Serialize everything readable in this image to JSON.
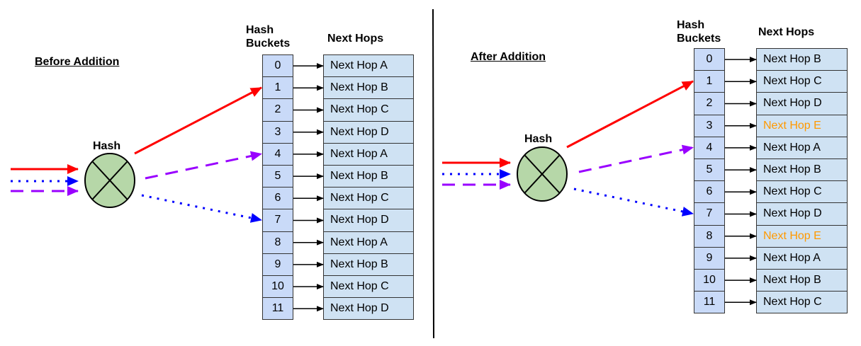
{
  "panels": [
    {
      "id": "before",
      "title": "Before Addition",
      "hash_label": "Hash",
      "bucket_header": [
        "Hash",
        "Buckets"
      ],
      "nexthop_header": "Next Hops",
      "buckets": [
        "0",
        "1",
        "2",
        "3",
        "4",
        "5",
        "6",
        "7",
        "8",
        "9",
        "10",
        "11"
      ],
      "next_hops": [
        {
          "label": "Next Hop A",
          "new": false
        },
        {
          "label": "Next Hop B",
          "new": false
        },
        {
          "label": "Next Hop C",
          "new": false
        },
        {
          "label": "Next Hop D",
          "new": false
        },
        {
          "label": "Next Hop A",
          "new": false
        },
        {
          "label": "Next Hop B",
          "new": false
        },
        {
          "label": "Next Hop C",
          "new": false
        },
        {
          "label": "Next Hop D",
          "new": false
        },
        {
          "label": "Next Hop A",
          "new": false
        },
        {
          "label": "Next Hop B",
          "new": false
        },
        {
          "label": "Next Hop C",
          "new": false
        },
        {
          "label": "Next Hop D",
          "new": false
        }
      ],
      "flows": [
        {
          "name": "red-flow",
          "style": "solid",
          "color": "#ff0000",
          "target_bucket": 1
        },
        {
          "name": "blue-flow",
          "style": "dotted",
          "color": "#0000ff",
          "target_bucket": 7
        },
        {
          "name": "purple-flow",
          "style": "dashed",
          "color": "#9900ff",
          "target_bucket": 4
        }
      ]
    },
    {
      "id": "after",
      "title": "After Addition",
      "hash_label": "Hash",
      "bucket_header": [
        "Hash",
        "Buckets"
      ],
      "nexthop_header": "Next Hops",
      "buckets": [
        "0",
        "1",
        "2",
        "3",
        "4",
        "5",
        "6",
        "7",
        "8",
        "9",
        "10",
        "11"
      ],
      "next_hops": [
        {
          "label": "Next Hop B",
          "new": false
        },
        {
          "label": "Next Hop C",
          "new": false
        },
        {
          "label": "Next Hop D",
          "new": false
        },
        {
          "label": "Next Hop E",
          "new": true
        },
        {
          "label": "Next Hop A",
          "new": false
        },
        {
          "label": "Next Hop B",
          "new": false
        },
        {
          "label": "Next Hop C",
          "new": false
        },
        {
          "label": "Next Hop D",
          "new": false
        },
        {
          "label": "Next Hop E",
          "new": true
        },
        {
          "label": "Next Hop A",
          "new": false
        },
        {
          "label": "Next Hop B",
          "new": false
        },
        {
          "label": "Next Hop C",
          "new": false
        }
      ],
      "flows": [
        {
          "name": "red-flow",
          "style": "solid",
          "color": "#ff0000",
          "target_bucket": 1
        },
        {
          "name": "blue-flow",
          "style": "dotted",
          "color": "#0000ff",
          "target_bucket": 7
        },
        {
          "name": "purple-flow",
          "style": "dashed",
          "color": "#9900ff",
          "target_bucket": 4
        }
      ]
    }
  ],
  "colors": {
    "bucket_fill": "#c9daf8",
    "nexthop_fill": "#cfe2f3",
    "new_nexthop_text": "#ff9900",
    "hash_fill": "#b6d7a8"
  }
}
